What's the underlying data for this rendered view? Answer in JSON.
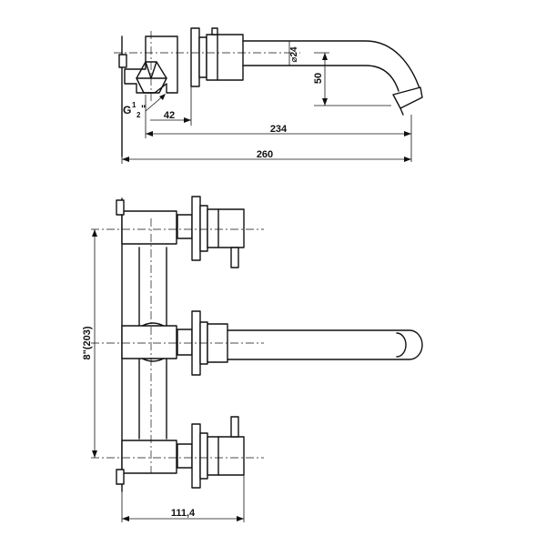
{
  "side_view": {
    "thread_label": "G",
    "thread_fraction_num": "1",
    "thread_fraction_den": "2",
    "thread_unit": "\"",
    "dim_42": "42",
    "dim_234": "234",
    "dim_260": "260",
    "dim_24": "⌀24",
    "dim_50": "50"
  },
  "front_view": {
    "dim_height": "8\"(203)",
    "dim_width": "111,4"
  }
}
